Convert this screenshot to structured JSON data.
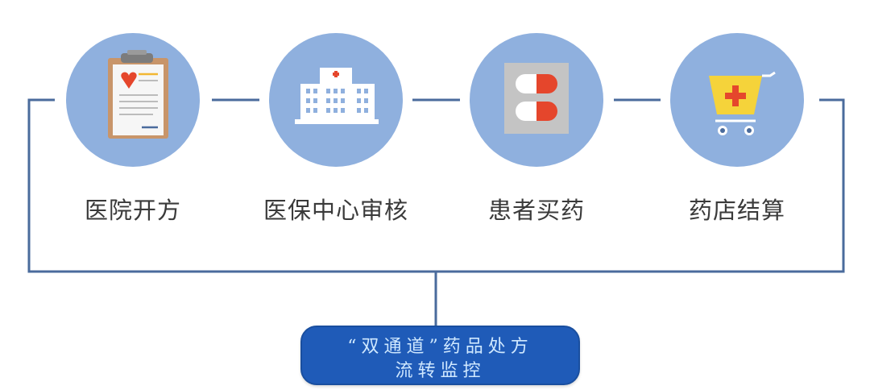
{
  "steps": [
    {
      "label": "医院开方",
      "icon": "clipboard-prescription-icon"
    },
    {
      "label": "医保中心审核",
      "icon": "hospital-building-icon"
    },
    {
      "label": "患者买药",
      "icon": "pill-capsules-icon"
    },
    {
      "label": "药店结算",
      "icon": "shopping-cart-icon"
    }
  ],
  "bottom": {
    "line1": "“双通道”药品处方",
    "line2": "流转监控"
  },
  "colors": {
    "line": "#4a6b9c",
    "circle": "#8fb0de",
    "box": "#1f5bb8",
    "accent": "#e5462c"
  }
}
